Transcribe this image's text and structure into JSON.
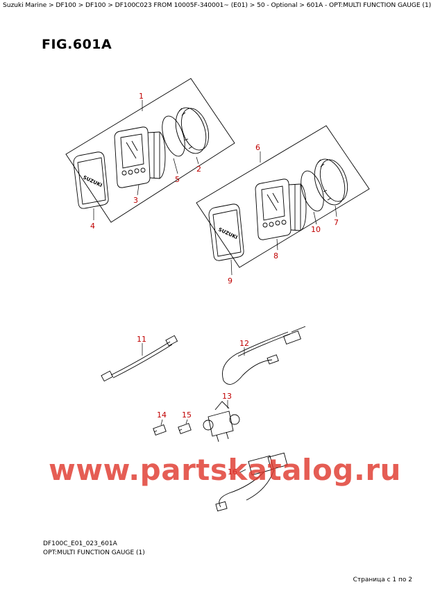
{
  "breadcrumb": "Suzuki Marine > DF100 > DF100 > DF100C023 FROM 10005F-340001~ (E01) > 50 - Optional > 601A - OPT:MULTI FUNCTION GAUGE (1)",
  "figure_title": "FIG.601A",
  "callouts": {
    "c1": "1",
    "c2": "2",
    "c3": "3",
    "c4": "4",
    "c5": "5",
    "c6": "6",
    "c7": "7",
    "c8": "8",
    "c9": "9",
    "c10": "10",
    "c11": "11",
    "c12": "12",
    "c13": "13",
    "c14": "14",
    "c15": "15",
    "c16": "16"
  },
  "part_logo_text": "SUZUKI",
  "watermark": "www.partskatalog.ru",
  "diagram_code": "DF100C_E01_023_601A",
  "diagram_subtitle": "OPT:MULTI FUNCTION GAUGE (1)",
  "page_indicator": "Страница с 1 по 2"
}
